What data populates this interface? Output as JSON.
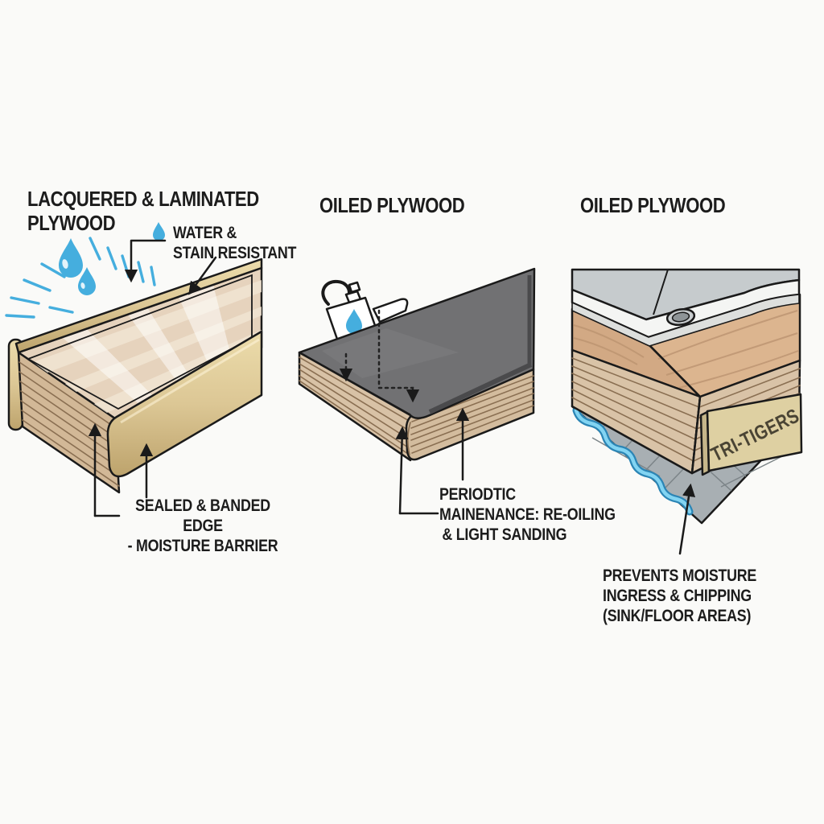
{
  "background_color": "#fafaf8",
  "text_color": "#1c1c1c",
  "colors": {
    "accent_blue": "#45aede",
    "wave_blue_dark": "#2b85b5",
    "wave_blue_light": "#82d4f2",
    "gold_band": "#dcc795",
    "plywood_face": "#d8c2a6",
    "oiled_top_gray": "#717173",
    "tile_floor_gray": "#a8afb3",
    "brand_band_tan": "#ded0a2"
  },
  "panel_lacquered": {
    "title_line1": "LACQUERED & LAMINATED",
    "title_line2": "PLYWOOD",
    "water_callout_line1": "WATER &",
    "water_callout_line2": "STAIN RESISTANT",
    "edge_callout_line1": "SEALED & BANDED EDGE",
    "edge_callout_line2": "- MOISTURE BARRIER",
    "icons": [
      "water-drop-icon",
      "shine-rays-icon"
    ]
  },
  "panel_oiled": {
    "title": "OILED PLYWOOD",
    "maintenance_callout_line1": "PERIODTIC",
    "maintenance_callout_line2": "MAINENANCE: RE-OILING",
    "maintenance_callout_line3": "& LIGHT SANDING",
    "icons": [
      "oil-can-icon"
    ]
  },
  "panel_oiled_sink": {
    "title": "OILED PLYWOOD",
    "brand_label": "TRI-TIGERS",
    "moisture_callout_line1": "PREVENTS MOISTURE",
    "moisture_callout_line2": "INGRESS & CHIPPING",
    "moisture_callout_line3": "(SINK/FLOOR AREAS)",
    "icons": [
      "sink-icon",
      "water-wave-icon",
      "tile-floor-icon"
    ]
  }
}
